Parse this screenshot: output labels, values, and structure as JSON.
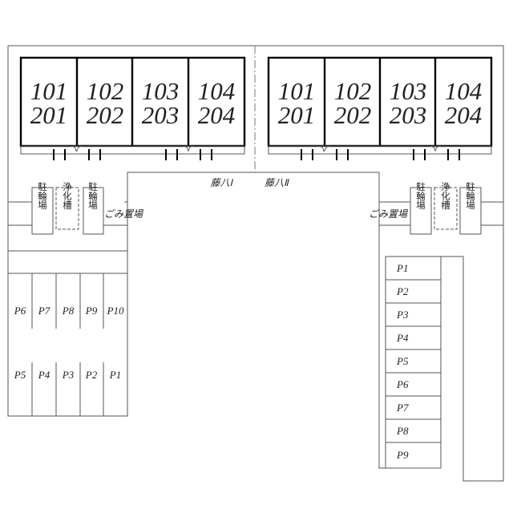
{
  "buildings": [
    {
      "name": "藤八Ⅰ",
      "units": [
        {
          "upper": "101",
          "lower": "201"
        },
        {
          "upper": "102",
          "lower": "202"
        },
        {
          "upper": "103",
          "lower": "203"
        },
        {
          "upper": "104",
          "lower": "204"
        }
      ]
    },
    {
      "name": "藤八Ⅱ",
      "units": [
        {
          "upper": "101",
          "lower": "201"
        },
        {
          "upper": "102",
          "lower": "202"
        },
        {
          "upper": "103",
          "lower": "203"
        },
        {
          "upper": "104",
          "lower": "204"
        }
      ]
    }
  ],
  "facilities": {
    "bicycle_parking": "駐輪場",
    "septic_tank": "浄化槽",
    "garbage": "ごみ置場"
  },
  "parking_left_top": [
    "P6",
    "P7",
    "P8",
    "P9",
    "P10"
  ],
  "parking_left_bottom": [
    "P5",
    "P4",
    "P3",
    "P2",
    "P1"
  ],
  "parking_right": [
    "P1",
    "P2",
    "P3",
    "P4",
    "P5",
    "P6",
    "P7",
    "P8",
    "P9"
  ]
}
